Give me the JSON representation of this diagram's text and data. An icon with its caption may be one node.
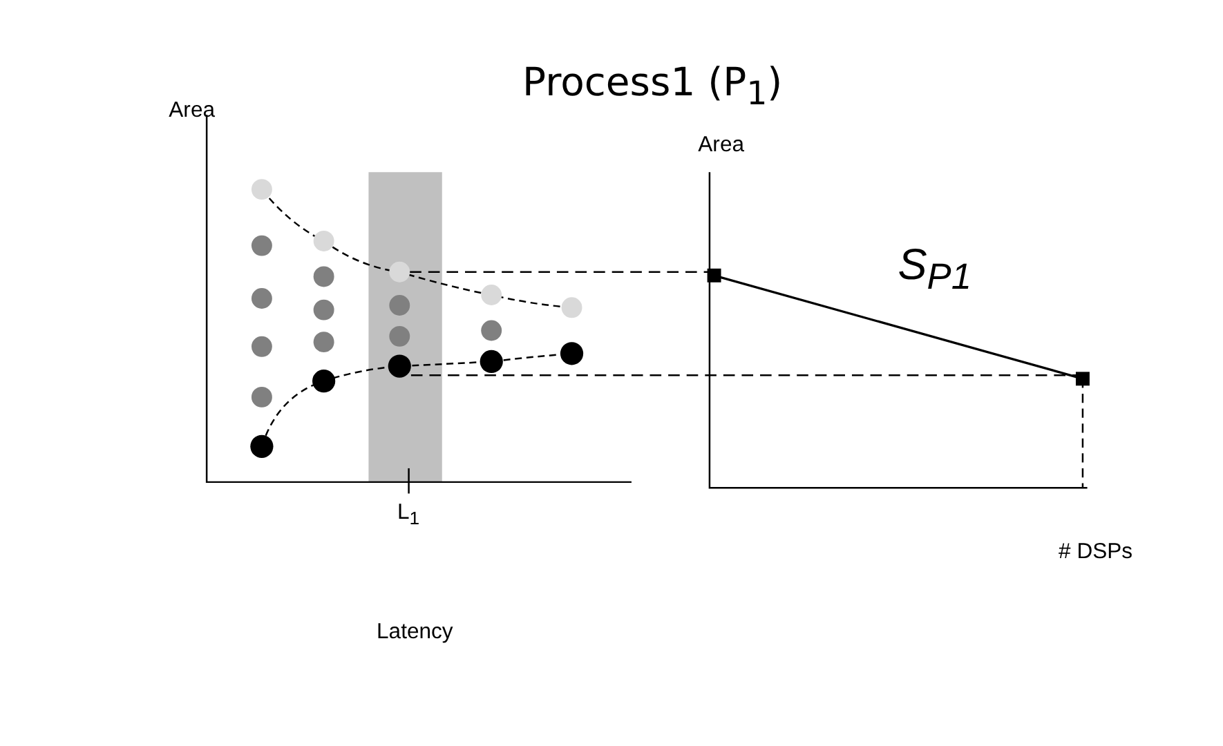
{
  "diagram": {
    "title": "Process1 (P$_{1}$)",
    "labels": [
      "Area",
      "Area",
      "S$_{P1}$",
      "L$_{1}$",
      "# DSPs",
      "Latency"
    ]
  }
}
